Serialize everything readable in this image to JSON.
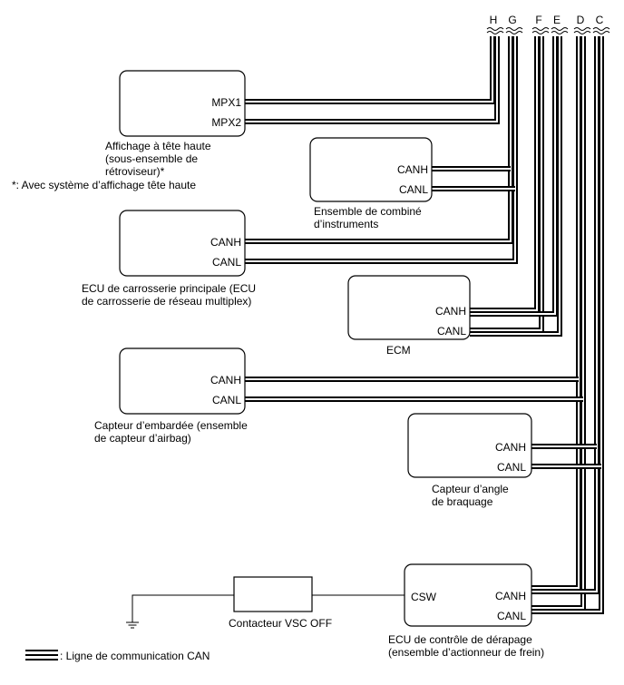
{
  "buses": [
    "H",
    "G",
    "F",
    "E",
    "D",
    "C"
  ],
  "modules": {
    "hud": {
      "pins": [
        "MPX1",
        "MPX2"
      ],
      "caption": [
        "Affichage à tête haute",
        "(sous-ensemble de",
        "rétroviseur)*"
      ],
      "note": "*: Avec système d’affichage tête haute"
    },
    "combination_meter": {
      "pins": [
        "CANH",
        "CANL"
      ],
      "caption": [
        "Ensemble de combiné",
        "d’instruments"
      ]
    },
    "main_body_ecu": {
      "pins": [
        "CANH",
        "CANL"
      ],
      "caption": [
        "ECU de carrosserie principale (ECU",
        "de carrosserie de réseau multiplex)"
      ]
    },
    "ecm": {
      "pins": [
        "CANH",
        "CANL"
      ],
      "caption": [
        "ECM"
      ]
    },
    "yaw_rate_sensor": {
      "pins": [
        "CANH",
        "CANL"
      ],
      "caption": [
        "Capteur d’embardée (ensemble",
        "de capteur d’airbag)"
      ]
    },
    "steering_angle_sensor": {
      "pins": [
        "CANH",
        "CANL"
      ],
      "caption": [
        "Capteur d’angle",
        "de braquage"
      ]
    },
    "skid_control_ecu": {
      "pins": [
        "CSW",
        "CANH",
        "CANL"
      ],
      "caption": [
        "ECU de contrôle de dérapage",
        "(ensemble d’actionneur de frein)"
      ]
    }
  },
  "switch": {
    "label": "Contacteur VSC OFF"
  },
  "legend": {
    "label": ": Ligne de communication CAN"
  }
}
